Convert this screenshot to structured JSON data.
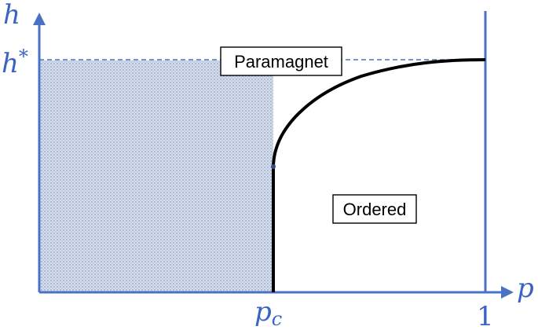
{
  "axes": {
    "y_label": "h",
    "x_label": "p",
    "h_star_base": "h",
    "h_star_sup": "*",
    "p_c_base": "p",
    "p_c_sub": "c",
    "one_label": "1"
  },
  "regions": {
    "paramagnet": "Paramagnet",
    "ordered": "Ordered"
  },
  "colors": {
    "axis": "#4a72c4",
    "shade": "#9fb0cf",
    "boundary": "#000000"
  }
}
